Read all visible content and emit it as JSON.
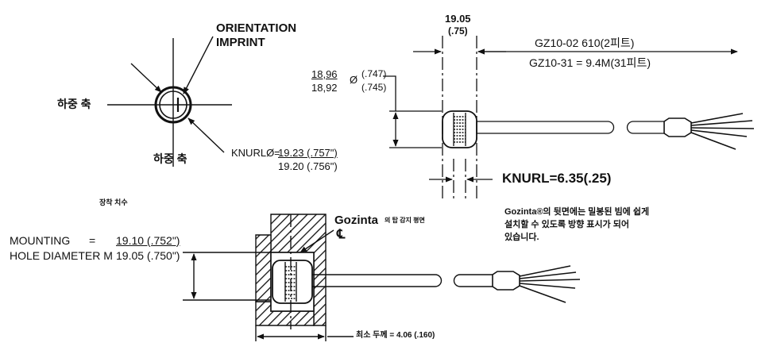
{
  "top_left": {
    "orientation": "ORIENTATION",
    "imprint": "IMPRINT",
    "load_axis_horizontal": "하중 축",
    "load_axis_vertical": "하중 축",
    "knurl_label": "KNURLØ=",
    "knurl_max": "19.23 (.757\")",
    "knurl_min": "19.20 (.756\")"
  },
  "top_right": {
    "width_mm": "19.05",
    "width_in": "(.75)",
    "dia_max": "18,96",
    "dia_symbol": "Ø",
    "dia_max_in": "(.747)",
    "dia_min": "18,92",
    "dia_min_in": "(.745)",
    "cable_1": "GZ10-02 610(2피트)",
    "cable_2": "GZ10-31   =  9.4M(31피트)",
    "knurl_length": "KNURL=6.35(.25)"
  },
  "mounting": {
    "title": "장착 치수",
    "mounting_word": "MOUNTING",
    "equals": "=",
    "hole_max": "19.10 (.752\")",
    "hole_diameter_word": "HOLE DIAMETER M",
    "hole_min": "19.05 (.750\")",
    "gozinta": "Gozinta",
    "gozinta_sub": "의 탑 감지 평면",
    "centerline_symbol": "℄",
    "min_thickness": "최소 두께 = 4.06 (.160)"
  },
  "note": {
    "line1": "Gozinta®의 뒷면에는 밀봉된 빔에 쉽게",
    "line2": "설치할 수 있도록 방향 표시가 되어",
    "line3": "있습니다."
  }
}
